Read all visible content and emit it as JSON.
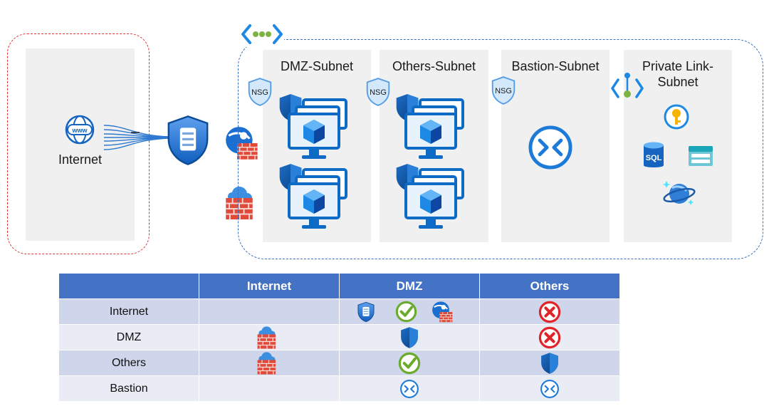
{
  "internet": {
    "label": "Internet"
  },
  "subnets": [
    {
      "title": "DMZ-Subnet"
    },
    {
      "title": "Others-Subnet"
    },
    {
      "title": "Bastion-Subnet"
    },
    {
      "title": "Private Link-\nSubnet"
    }
  ],
  "nsg_label": "NSG",
  "sql_label": "SQL",
  "colors": {
    "accent": "#4472c4",
    "internet_border": "#e03434",
    "vnet_border": "#3a6fbf",
    "allow": "#6aaa2d",
    "deny": "#e0242a"
  },
  "table": {
    "headers": [
      "",
      "Internet",
      "DMZ",
      "Others"
    ],
    "rows": [
      {
        "label": "Internet",
        "cells": [
          [],
          [
            "firewall-shield-icon",
            "allow-check-icon",
            "front-door-waf-icon"
          ],
          [
            "deny-x-icon"
          ]
        ]
      },
      {
        "label": "DMZ",
        "cells": [
          [
            "cloud-firewall-icon"
          ],
          [
            "nsg-shield-icon"
          ],
          [
            "deny-x-icon"
          ]
        ]
      },
      {
        "label": "Others",
        "cells": [
          [
            "cloud-firewall-icon"
          ],
          [
            "allow-check-icon"
          ],
          [
            "nsg-shield-icon"
          ]
        ]
      },
      {
        "label": "Bastion",
        "cells": [
          [],
          [
            "bastion-icon"
          ],
          [
            "bastion-icon"
          ]
        ]
      }
    ]
  }
}
